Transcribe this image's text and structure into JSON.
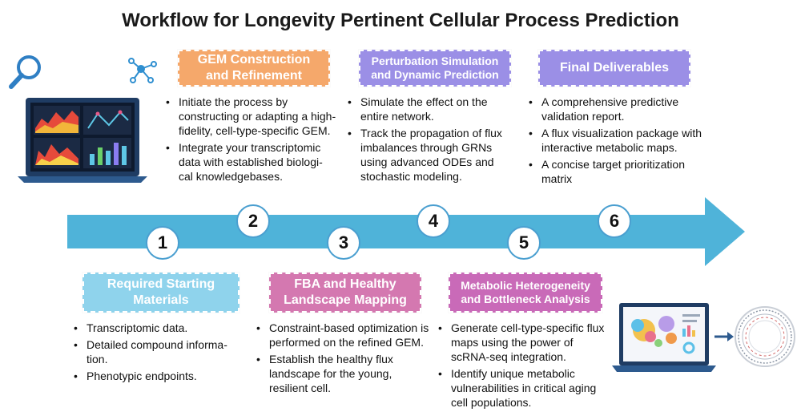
{
  "title": "Workflow for Longevity Pertinent Cellular Process Prediction",
  "colors": {
    "arrow": "#4fb3d9",
    "orange": "#f5a86b",
    "purple": "#9b8fe6",
    "cyan": "#8fd3ec",
    "pink": "#d478b0",
    "magenta": "#c96ab8"
  },
  "steps": [
    {
      "number": "1",
      "box_line1": "Required Starting",
      "box_line2": "Materials",
      "bullets": [
        "Transcriptomic data.",
        "Detailed compound informa-tion.",
        "Phenotypic endpoints."
      ]
    },
    {
      "number": "2",
      "box_line1": "GEM Construction",
      "box_line2": "and Refinement",
      "bullets": [
        "Initiate the process by constructing or adapting a high-fidelity, cell-type-specific GEM.",
        "Integrate your transcriptomic data with established biologi-cal knowledgebases."
      ]
    },
    {
      "number": "3",
      "box_line1": "FBA and Healthy",
      "box_line2": "Landscape Mapping",
      "bullets": [
        "Constraint-based optimization is performed on the refined GEM.",
        "Establish the healthy flux landscape for the young, resilient cell."
      ]
    },
    {
      "number": "4",
      "box_line1": "Perturbation Simulation",
      "box_line2": "and Dynamic Prediction",
      "bullets": [
        "Simulate the effect on the entire network.",
        "Track the propagation of flux imbalances through GRNs using advanced ODEs and stochastic modeling."
      ]
    },
    {
      "number": "5",
      "box_line1": "Metabolic Heterogeneity",
      "box_line2": "and Bottleneck Analysis",
      "bullets": [
        "Generate cell-type-specific flux maps using the power of scRNA-seq integration.",
        "Identify unique metabolic vulnerabilities in critical aging cell populations."
      ]
    },
    {
      "number": "6",
      "box_line1": "Final Deliverables",
      "box_line2": "",
      "bullets": [
        "A comprehensive predictive validation report.",
        "A flux visualization package with interactive metabolic maps.",
        "A concise target prioritization matrix"
      ]
    }
  ],
  "icons": [
    "magnifier-icon",
    "network-icon",
    "laptop-dashboard-icon",
    "laptop-map-icon",
    "arrow-right-icon",
    "circular-plot-icon"
  ]
}
